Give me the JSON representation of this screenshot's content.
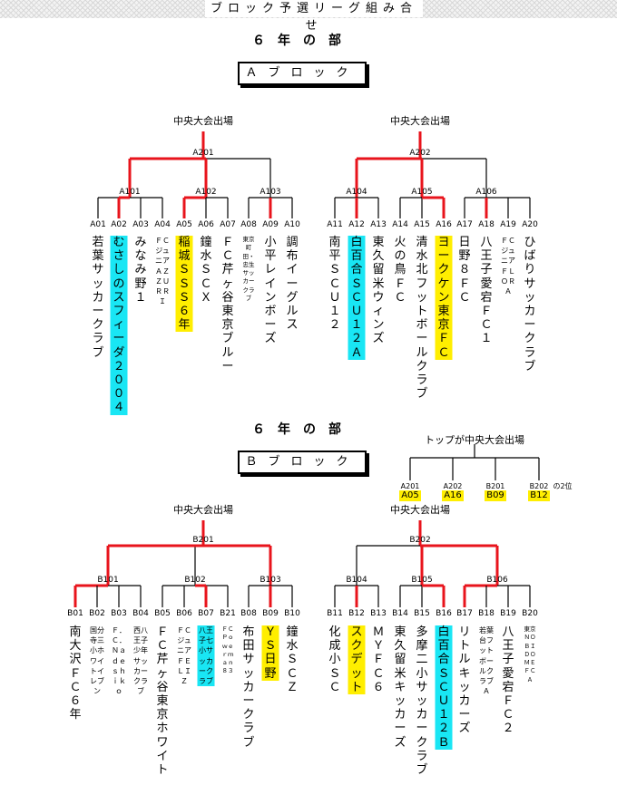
{
  "title": "ブロック予選リーグ組み合せ",
  "blocks": [
    {
      "heading": "６　年　の　部",
      "block_label": "Ａブロック",
      "finals_labels": [
        "中央大会出場",
        "中央大会出場"
      ],
      "top_nodes": [
        "A201",
        "A202"
      ],
      "mid_nodes": [
        "A101",
        "A102",
        "A103",
        "A104",
        "A105",
        "A106"
      ],
      "slots": [
        "A01",
        "A02",
        "A03",
        "A04",
        "A05",
        "A06",
        "A07",
        "A08",
        "A09",
        "A10",
        "A11",
        "A12",
        "A13",
        "A14",
        "A15",
        "A16",
        "A17",
        "A18",
        "A19",
        "A20"
      ],
      "teams": [
        "若葉サッカークラブ",
        "むさしのスフィーダ２００４",
        "みなみ野１",
        "ＦＣジュニアＡＺＺＵＲＲＩ",
        "稲城ＳＳＳ６年",
        "鐘水ＳＣＸ",
        "ＦＣ芹ヶ谷東京ブルー",
        "東京町田・忠生サッカークラブ",
        "小平レインボーズ",
        "調布イーグルス",
        "南平ＳＣＵ１２",
        "白百合ＳＣＵ１２Ａ",
        "東久留米ウィンズ",
        "火の鳥ＦＣ",
        "清水北フットボールクラブ",
        "ヨークケン東京ＦＣ",
        "日野８ＦＣ",
        "八王子愛宕ＦＣ１",
        "ＦＣジュニアＦＬＯＲＡ",
        "ひばりサッカークラブ"
      ]
    },
    {
      "heading": "６　年　の　部",
      "block_label": "Ｂブロック",
      "finals_labels": [
        "中央大会出場",
        "中央大会出場"
      ],
      "top_nodes": [
        "B201",
        "B202"
      ],
      "mid_nodes": [
        "B101",
        "B102",
        "B103",
        "B104",
        "B105",
        "B106"
      ],
      "slots": [
        "B01",
        "B02",
        "B03",
        "B04",
        "B05",
        "B06",
        "B07",
        "B21",
        "B08",
        "B09",
        "B10",
        "B11",
        "B12",
        "B13",
        "B14",
        "B15",
        "B16",
        "B17",
        "B18",
        "B19",
        "B20"
      ],
      "teams": [
        "南大沢ＦＣ６年",
        "国分寺三小ホワイトイレブン",
        "Ｆ．Ｃ．Ｎａｄｅｓｈｉｋｏ",
        "西八王子少年サッカークラブ",
        "ＦＣ芹ヶ谷東京ホワイト",
        "ＦＣジュニアＦＥＬＩＺ",
        "八王子七小サッカークラブ",
        "ＦＣＰｏｗｅｒｍａｎ８３",
        "布田サッカークラブ",
        "ＹＳ日野",
        "鐘水ＳＣＺ",
        "化成小ＳＣ",
        "スクデット",
        "ＭＹＦＣ６",
        "東久留米キッカーズ",
        "多摩二小サッカークラブ",
        "白百合ＳＣＵ１２Ｂ",
        "リトルキッカーズ",
        "若葉台フットボールクラブＡ",
        "八王子愛宕ＦＣ２",
        "東京ＮＯＢＩＤＯＭＥＦＣＡ"
      ]
    }
  ],
  "top_league": {
    "label": "トップが中央大会出場",
    "nodes": [
      "A201",
      "A202",
      "B201",
      "B202"
    ],
    "winners": [
      "A05",
      "A16",
      "B09",
      "B12"
    ],
    "suffix": "の2位"
  },
  "colors": {
    "advance_line": "#e8141c",
    "highlight_cyan": "#19e6f4",
    "highlight_yellow": "#ffee00"
  }
}
